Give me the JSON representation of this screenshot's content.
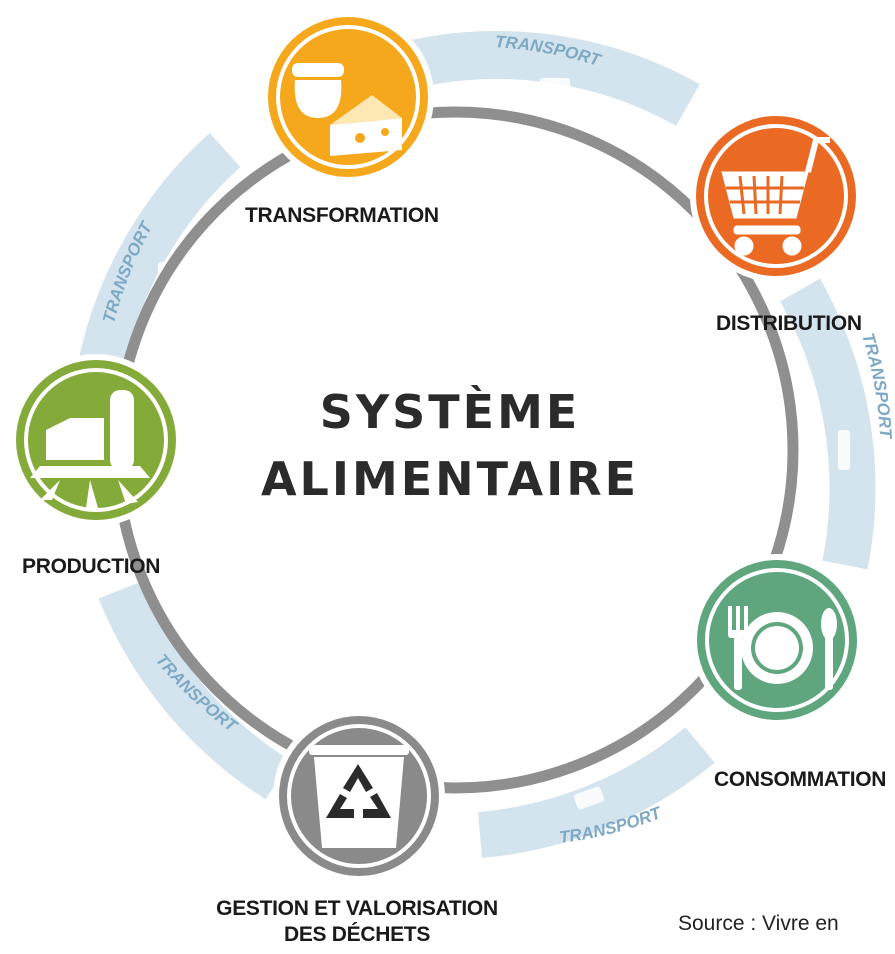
{
  "title": {
    "line1": "SYSTÈME",
    "line2": "ALIMENTAIRE"
  },
  "stages": {
    "transformation": "TRANSFORMATION",
    "distribution": "DISTRIBUTION",
    "consommation": "CONSOMMATION",
    "gestion_line1": "GESTION ET VALORISATION",
    "gestion_line2": "DES DÉCHETS",
    "production": "PRODUCTION"
  },
  "transport_label": "TRANSPORT",
  "source": "Source : Vivre en",
  "colors": {
    "transformation": "#f5a81c",
    "distribution": "#ea6a24",
    "consommation": "#5fa57e",
    "gestion": "#8a8a8a",
    "production": "#84ab3a",
    "ring": "#8f8f8f",
    "transport_band": "#d4e4ee",
    "transport_text": "#7ea9c4"
  },
  "icons": {
    "transformation": "food-jar-cheese-icon",
    "distribution": "shopping-cart-icon",
    "consommation": "plate-fork-knife-spoon-icon",
    "gestion": "recycle-bin-icon",
    "production": "farm-silo-field-icon"
  }
}
